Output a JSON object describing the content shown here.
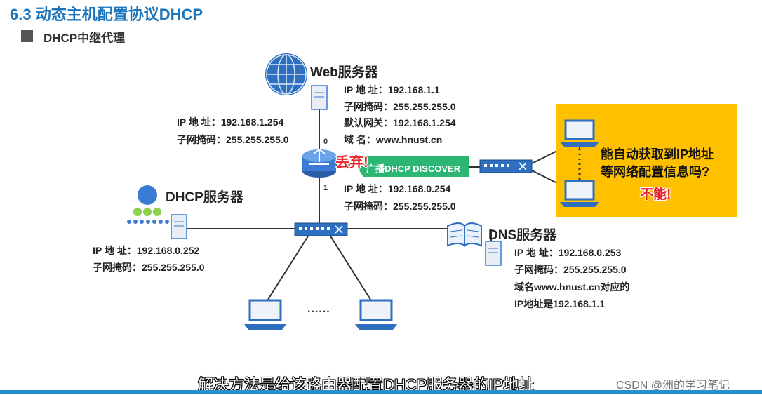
{
  "header": {
    "title": "6.3 动态主机配置协议DHCP",
    "subtitle": "DHCP中继代理"
  },
  "web_server": {
    "name": "Web服务器",
    "lines": [
      "IP 地  址：192.168.1.1",
      "子网掩码：255.255.255.0",
      "默认网关：192.168.1.254",
      "域      名：www.hnust.cn"
    ]
  },
  "router": {
    "port0": "0",
    "port1": "1",
    "if0_lines": [
      "IP 地  址：192.168.1.254",
      "子网掩码：255.255.255.0"
    ],
    "if1_lines": [
      "IP 地  址：192.168.0.254",
      "子网掩码：255.255.255.0"
    ],
    "discard_label": "丢弃!"
  },
  "broadcast": {
    "label": "广播DHCP DISCOVER"
  },
  "dhcp_server": {
    "name": "DHCP服务器",
    "lines": [
      "IP 地  址：192.168.0.252",
      "子网掩码：255.255.255.0"
    ]
  },
  "dns_server": {
    "name": "DNS服务器",
    "lines": [
      "IP 地  址：192.168.0.253",
      "子网掩码：255.255.255.0",
      "域名www.hnust.cn对应的",
      "IP地址是192.168.1.1"
    ]
  },
  "host_dots": "......",
  "question_box": {
    "question_line1": "能自动获取到IP地址",
    "question_line2": "等网络配置信息吗?",
    "answer": "不能!"
  },
  "caption": "解决方法是给该路由器配置DHCP服务器的IP地址",
  "watermark": "CSDN @洲的学习笔记",
  "colors": {
    "title_blue": "#1b75bc",
    "device_blue": "#3a7bd5",
    "broadcast_green": "#2bb673",
    "yellow": "#ffc000",
    "red": "#e8222a"
  }
}
